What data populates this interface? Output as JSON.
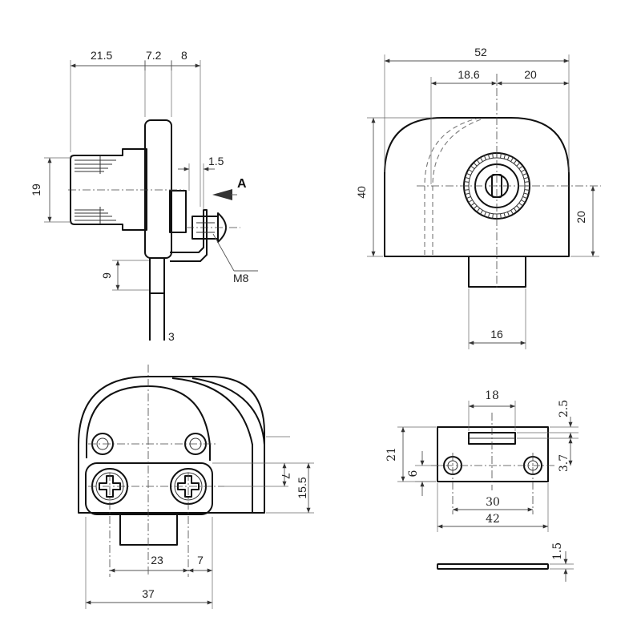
{
  "side_view": {
    "dims": {
      "w_knob": "21.5",
      "w_flange": "7.2",
      "w_cam": "8",
      "gap": "1.5",
      "height_knob": "19",
      "bolt_len": "9",
      "tail": "3"
    },
    "view_marker": "A",
    "thread": "M8"
  },
  "front_view": {
    "dims": {
      "total_width": "52",
      "left_offset": "18.6",
      "right_offset": "20",
      "height": "40",
      "center_height": "20",
      "bolt_width": "16"
    }
  },
  "plan_view": {
    "dims": {
      "hole_spacing": "23",
      "edge": "7",
      "total_width": "37",
      "screw_offset": "7",
      "depth": "15.5"
    }
  },
  "strike_plate": {
    "dims": {
      "slot_width": "18",
      "top_margin": "2.5",
      "height": "21",
      "hole_height": "6",
      "slot_offset": "3.7",
      "hole_spacing": "30",
      "plate_width": "42",
      "thickness": "1.5"
    }
  }
}
